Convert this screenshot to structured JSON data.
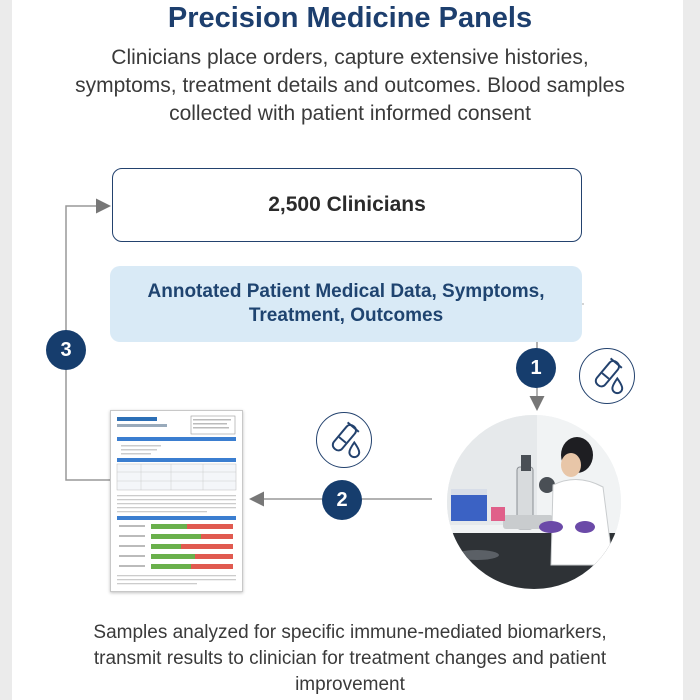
{
  "title": "Precision Medicine Panels",
  "subtitle": "Clinicians place orders, capture extensive histories, symptoms, treatment details and outcomes. Blood samples collected with patient informed consent",
  "clinicians_box": "2,500 Clinicians",
  "data_box": "Annotated Patient Medical Data, Symptoms, Treatment, Outcomes",
  "steps": [
    "1",
    "2",
    "3"
  ],
  "bottom_text": "Samples analyzed for specific immune-mediated biomarkers, transmit results to clinician for treatment changes and patient improvement",
  "icons": [
    "blood-tube-icon",
    "blood-tube-icon",
    "lab-scientist-photo",
    "lab-report-document"
  ],
  "colors": {
    "navy": "#163d6d",
    "light_blue": "#d9eaf6",
    "arrow_gray": "#777777"
  }
}
